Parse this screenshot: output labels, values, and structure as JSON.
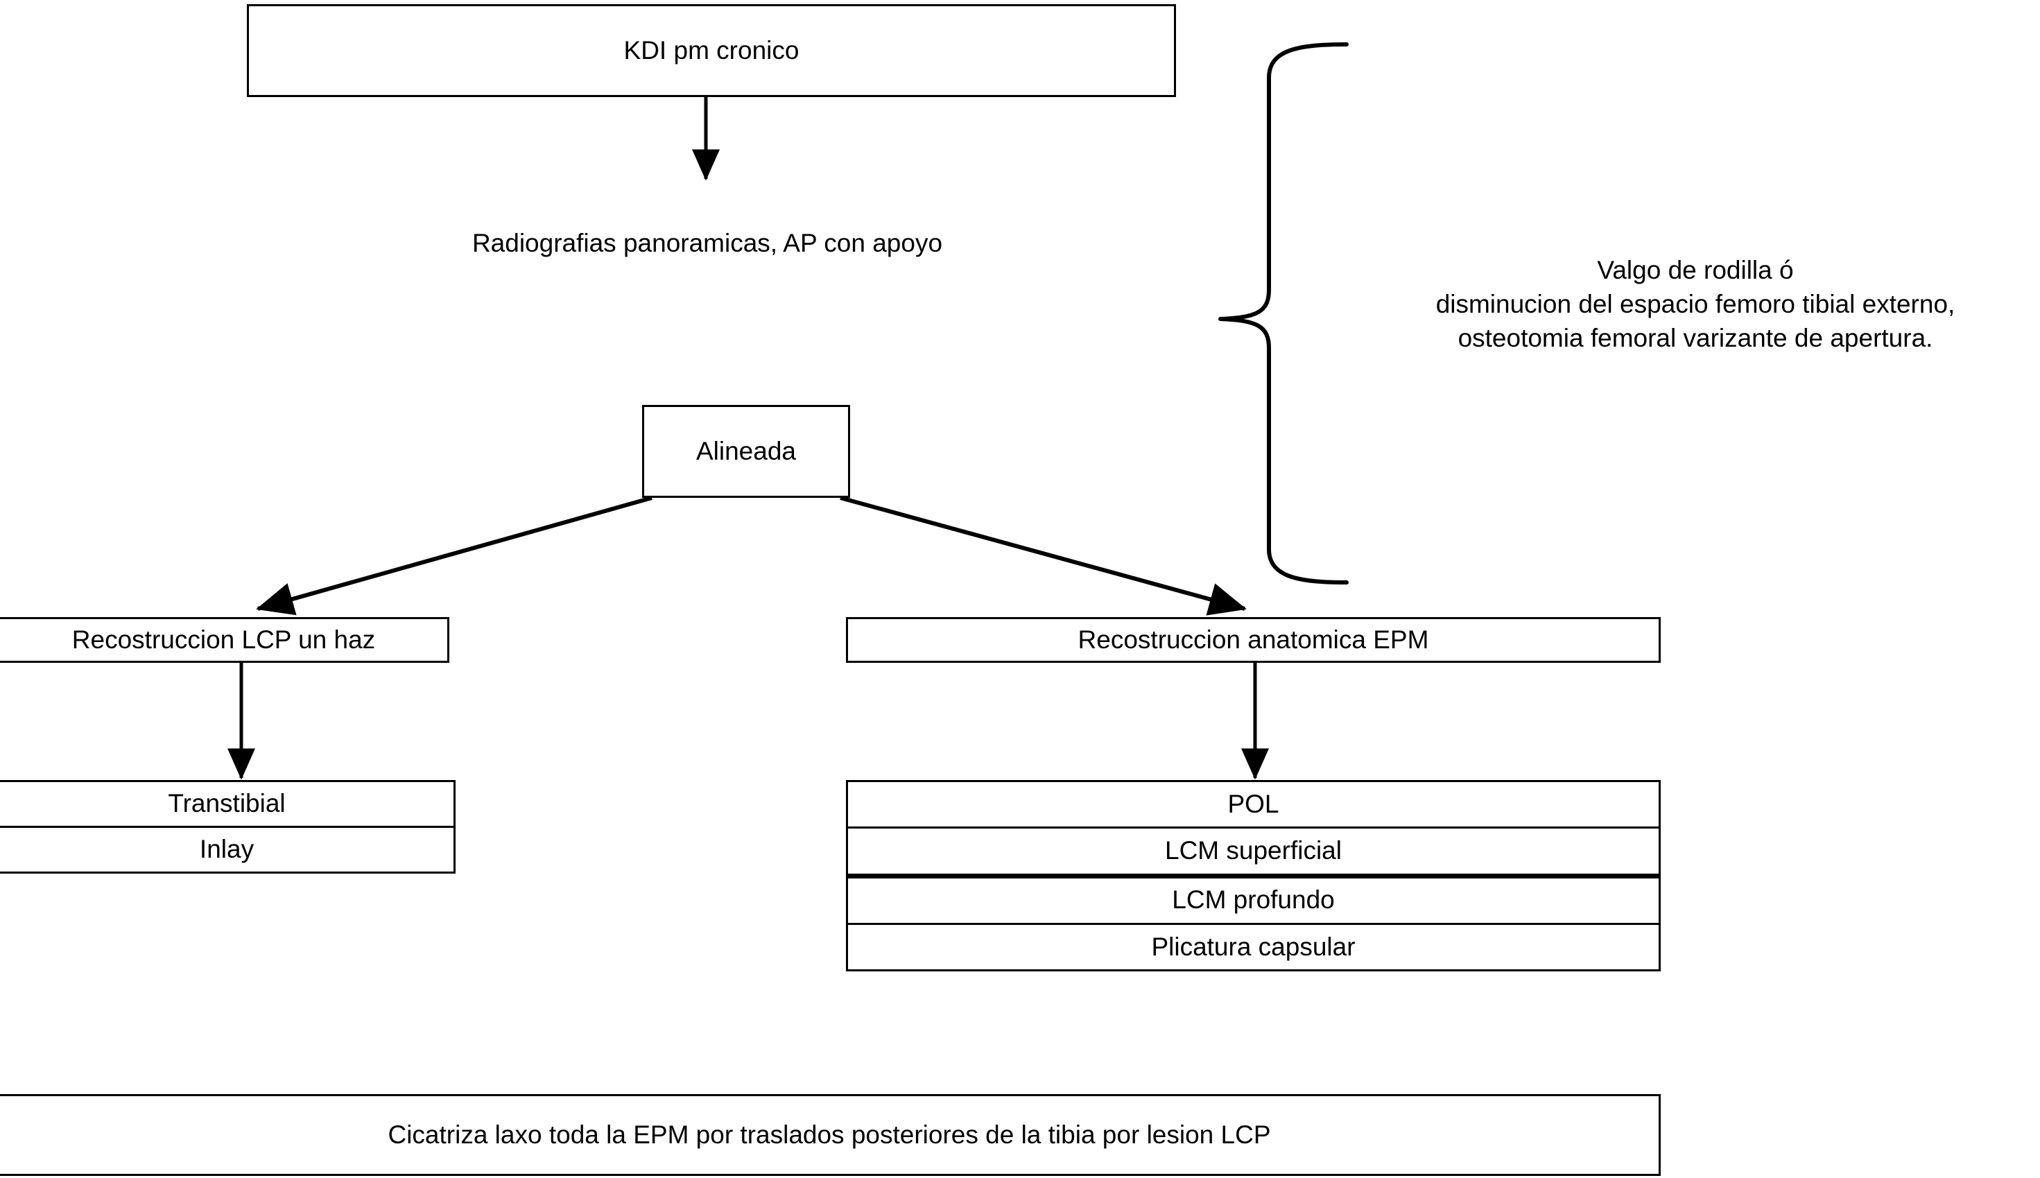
{
  "diagram": {
    "title": "KDI pm cronico",
    "language": "es",
    "colors": {
      "stroke": "#000000",
      "fill": "#ffffff",
      "text": "#000000"
    },
    "nodes": {
      "root": {
        "label": "KDI pm cronico"
      },
      "imaging": {
        "label": "Radiografias panoramicas, AP con apoyo"
      },
      "aligned": {
        "label": "Alineada"
      },
      "pcl_recon": {
        "label": "Recostruccion LCP un haz"
      },
      "epm_recon": {
        "label": "Recostruccion anatomica EPM"
      },
      "footer": {
        "label": "Cicatriza laxo toda la EPM por traslados posteriores de la tibia por lesion LCP"
      }
    },
    "pcl_techniques": {
      "rows": [
        {
          "label": "Transtibial",
          "thick_divider_below": false
        },
        {
          "label": "Inlay",
          "thick_divider_below": false
        }
      ]
    },
    "epm_structures": {
      "rows": [
        {
          "label": "POL",
          "thick_divider_below": false
        },
        {
          "label": "LCM superficial",
          "thick_divider_below": true
        },
        {
          "label": "LCM profundo",
          "thick_divider_below": false
        },
        {
          "label": "Plicatura capsular",
          "thick_divider_below": false
        }
      ]
    },
    "brace_note": {
      "lines": [
        "Valgo de rodilla ó",
        "disminucion del espacio femoro tibial externo,",
        "osteotomia femoral varizante de apertura."
      ]
    },
    "connectors": [
      {
        "name": "root-to-imaging",
        "type": "arrow-down"
      },
      {
        "name": "aligned-to-pcl",
        "type": "arrow-diagonal-left"
      },
      {
        "name": "aligned-to-epm",
        "type": "arrow-diagonal-right"
      },
      {
        "name": "pcl-to-techniques",
        "type": "arrow-down"
      },
      {
        "name": "epm-to-structures",
        "type": "arrow-down"
      },
      {
        "name": "right-brace",
        "type": "curly-brace-left"
      }
    ]
  }
}
